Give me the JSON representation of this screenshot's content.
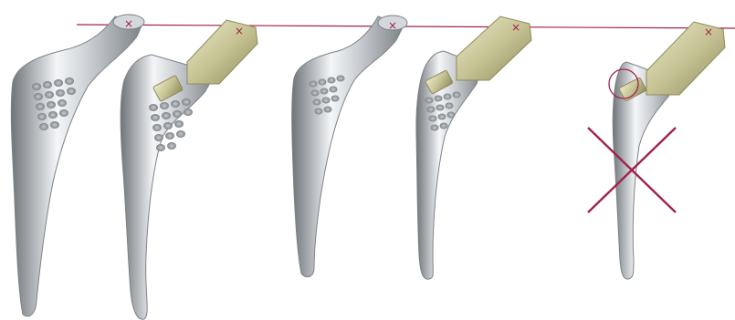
{
  "colors": {
    "background": "#ffffff",
    "reference_line": "#a0234a",
    "marker": "#a0234a",
    "stem_light": "#f2f4f6",
    "stem_mid": "#c4c8cc",
    "stem_dark": "#7d8287",
    "neck_light": "#ecebcc",
    "neck_mid": "#c6c394",
    "neck_dark": "#8f8b5c"
  },
  "figure": {
    "stems": [
      {
        "kind": "monobloc-large",
        "marker": "x"
      },
      {
        "kind": "modular-large",
        "marker": "x"
      },
      {
        "kind": "monobloc-small",
        "marker": "x"
      },
      {
        "kind": "modular-small",
        "marker": "x"
      },
      {
        "kind": "modular-small-rejected",
        "marker": "x",
        "highlight": "circle",
        "rejected": true
      }
    ]
  }
}
